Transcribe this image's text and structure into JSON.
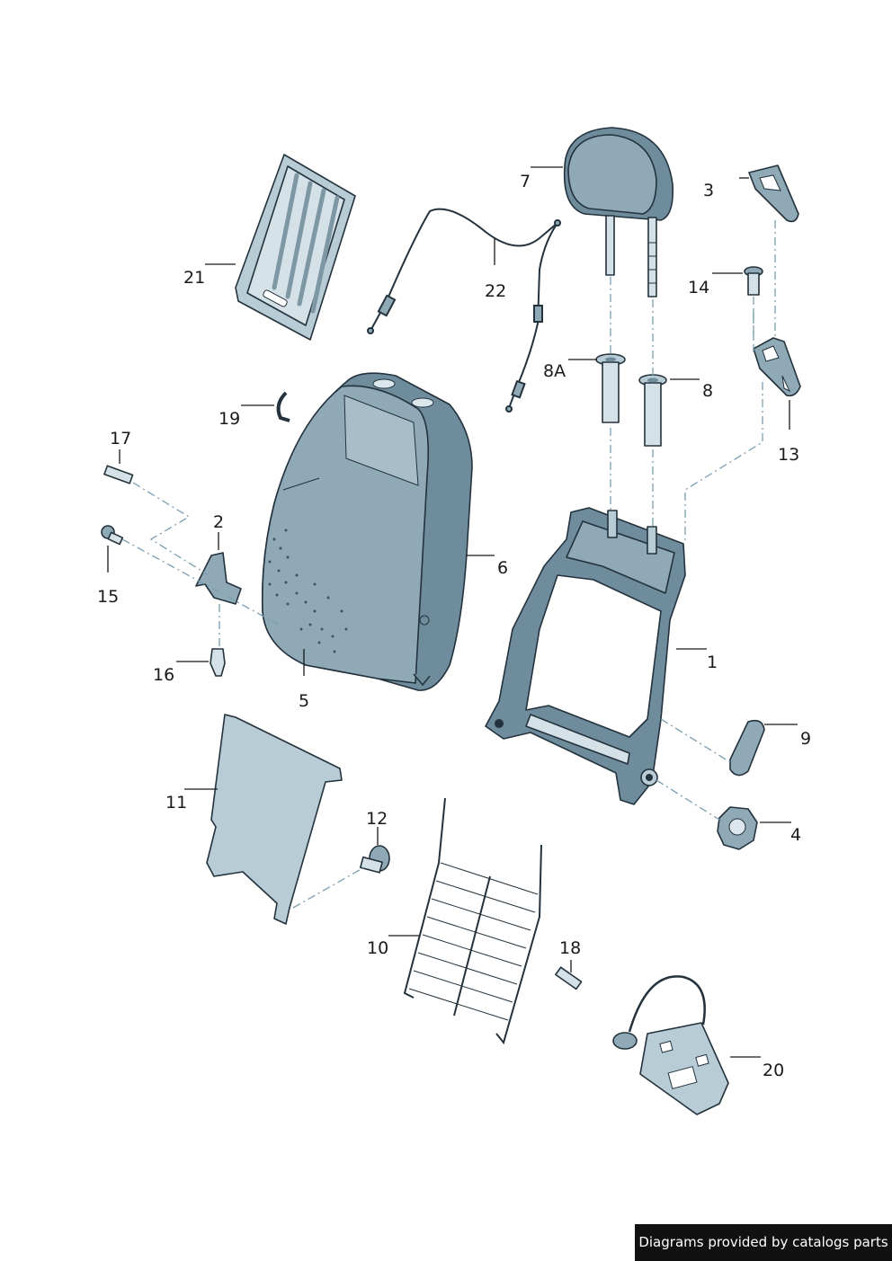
{
  "callouts": {
    "p1": "1",
    "p2": "2",
    "p3": "3",
    "p4": "4",
    "p5": "5",
    "p6": "6",
    "p7": "7",
    "p8": "8",
    "p8a": "8A",
    "p9": "9",
    "p10": "10",
    "p11": "11",
    "p12": "12",
    "p13": "13",
    "p14": "14",
    "p15": "15",
    "p16": "16",
    "p17": "17",
    "p18": "18",
    "p19": "19",
    "p20": "20",
    "p21": "21",
    "p22": "22"
  },
  "footer": {
    "credit": "Diagrams provided by catalogs parts"
  },
  "colors": {
    "part_light": "#b8ccd6",
    "part_mid": "#8fa9b7",
    "part_dark": "#6f8c9c",
    "outline": "#23323c",
    "dash_line": "#7a9db0"
  }
}
